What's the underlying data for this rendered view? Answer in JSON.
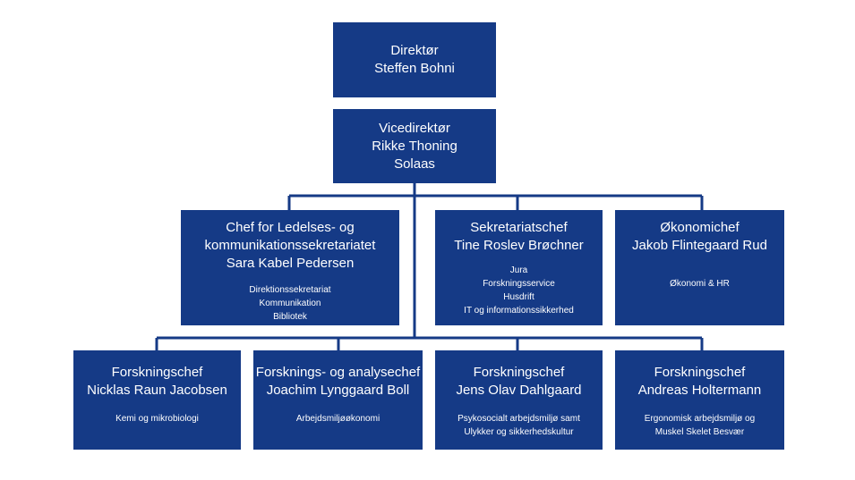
{
  "colors": {
    "box_fill": "#153a86",
    "text": "#ffffff",
    "connector": "#153a86"
  },
  "director": {
    "role": "Direktør",
    "name": "Steffen Bohni"
  },
  "vice_director": {
    "role": "Vicedirektør",
    "name_line1": "Rikke Thoning",
    "name_line2": "Solaas"
  },
  "chief_comm": {
    "role_line1": "Chef for Ledelses- og",
    "role_line2": "kommunikationssekretariatet",
    "name": "Sara Kabel Pedersen",
    "depts": [
      "Direktionssekretariat",
      "Kommunikation",
      "Bibliotek"
    ]
  },
  "secretariat_chief": {
    "role": "Sekretariatschef",
    "name": "Tine Roslev Brøchner",
    "depts": [
      "Jura",
      "Forskningsservice",
      "Husdrift",
      "IT og informationssikkerhed"
    ]
  },
  "finance_chief": {
    "role": "Økonomichef",
    "name": "Jakob Flintegaard Rud",
    "depts": [
      "Økonomi & HR"
    ]
  },
  "research_chiefs": [
    {
      "role": "Forskningschef",
      "name": "Nicklas Raun Jacobsen",
      "depts": [
        "Kemi og mikrobiologi"
      ]
    },
    {
      "role": "Forsknings- og analysechef",
      "name": "Joachim Lynggaard Boll",
      "depts": [
        "Arbejdsmiljøøkonomi"
      ]
    },
    {
      "role": "Forskningschef",
      "name": "Jens Olav Dahlgaard",
      "depts": [
        "Psykosocialt arbejdsmiljø samt",
        "Ulykker og sikkerhedskultur"
      ]
    },
    {
      "role": "Forskningschef",
      "name": "Andreas Holtermann",
      "depts": [
        "Ergonomisk arbejdsmiljø og",
        "Muskel Skelet Besvær"
      ]
    }
  ]
}
